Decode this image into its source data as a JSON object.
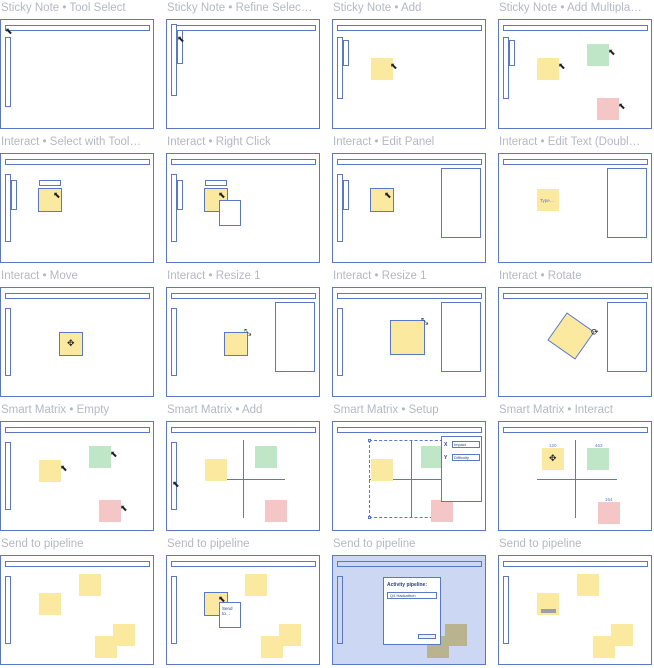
{
  "labels": [
    "Sticky Note • Tool Select",
    "Sticky Note • Refine Selec…",
    "Sticky Note • Add",
    "Sticky Note • Add Multipla…",
    "Interact • Select with Tool…",
    "Interact • Right Click",
    "Interact • Edit Panel",
    "Interact • Edit Text (Doubl…",
    "Interact • Move",
    "Interact • Resize 1",
    "Interact • Resize 1",
    "Interact • Rotate",
    "Smart Matrix • Empty",
    "Smart Matrix • Add",
    "Smart Matrix • Setup",
    "Smart Matrix • Interact",
    "Send to pipeline",
    "Send to pipeline",
    "Send to pipeline",
    "Send to pipeline"
  ],
  "matrix_setup": {
    "x_axis": "X",
    "y_axis": "Y",
    "x_value": "Impact",
    "y_value": "Difficulty"
  },
  "matrix_interact": {
    "labels": [
      "120",
      "463",
      "164"
    ]
  },
  "pipeline_dialog": {
    "title": "Activity pipeline:",
    "selected": "Q4 Hackathon"
  },
  "context_menu": {
    "item": "Send to…"
  },
  "edit_text": {
    "placeholder": "Type…"
  },
  "colors": {
    "frame_border": "#5a78c6",
    "note_yellow": "#fbe9a0",
    "note_green": "#bfe7c7",
    "note_pink": "#f4c6c6",
    "overlay_blue": "#cbd7f3"
  }
}
